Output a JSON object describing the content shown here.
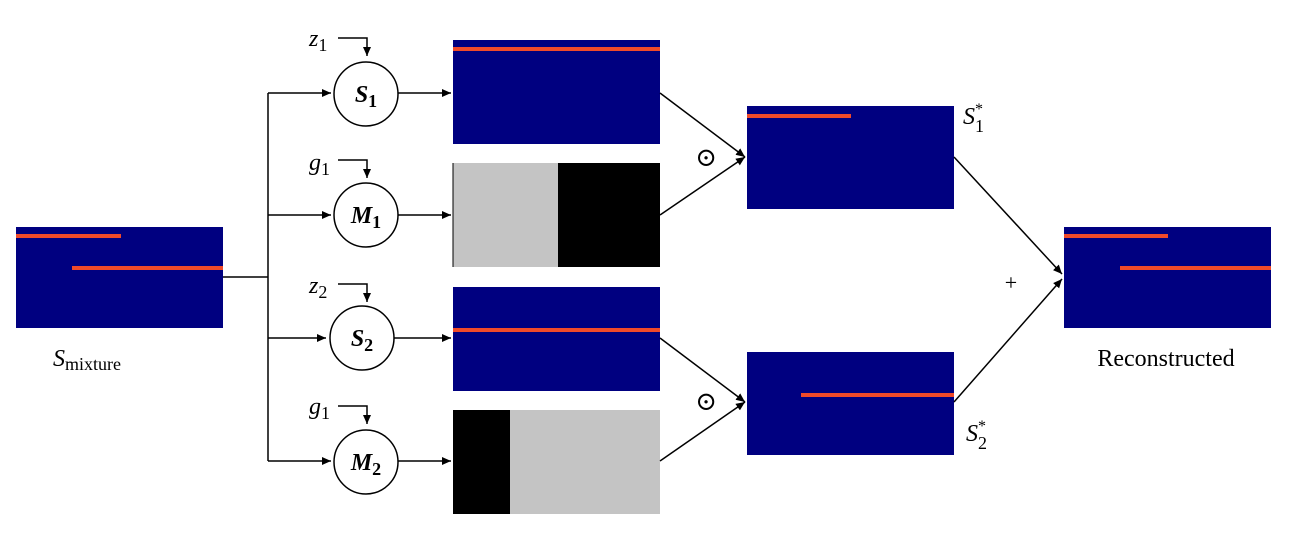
{
  "colors": {
    "spectrogram_bg": "#000080",
    "line": "#f04a2a",
    "mask_light": "#c4c4c4",
    "mask_dark": "#000000"
  },
  "input": {
    "label_base": "S",
    "label_sub": "mixture"
  },
  "branches": [
    {
      "op_base": "S",
      "op_sub": "1",
      "cond_base": "z",
      "cond_sub": "1"
    },
    {
      "op_base": "M",
      "op_sub": "1",
      "cond_base": "g",
      "cond_sub": "1"
    },
    {
      "op_base": "S",
      "op_sub": "2",
      "cond_base": "z",
      "cond_sub": "2"
    },
    {
      "op_base": "M",
      "op_sub": "2",
      "cond_base": "g",
      "cond_sub": "1"
    }
  ],
  "products": [
    {
      "symbol": "⊙",
      "label_base": "S",
      "label_sub": "1",
      "label_sup": "*"
    },
    {
      "symbol": "⊙",
      "label_base": "S",
      "label_sub": "2",
      "label_sup": "*"
    }
  ],
  "sum": {
    "symbol": "+"
  },
  "output": {
    "label": "Reconstructed"
  }
}
